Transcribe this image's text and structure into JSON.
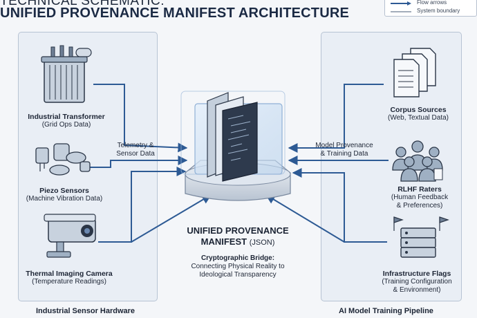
{
  "header": {
    "line1": "TECHNICAL SCHEMATIC:",
    "line2": "UNIFIED PROVENANCE MANIFEST ARCHITECTURE"
  },
  "legend": {
    "flow_label": "Flow arrows",
    "boundary_label": "System boundary"
  },
  "left_panel": {
    "title": "Industrial Sensor Hardware",
    "items": [
      {
        "name": "Industrial Transformer",
        "detail": "(Grid Ops Data)",
        "icon": "transformer-icon"
      },
      {
        "name": "Piezo Sensors",
        "detail": "(Machine Vibration Data)",
        "icon": "piezo-sensor-icon"
      },
      {
        "name": "Thermal Imaging Camera",
        "detail": "(Temperature Readings)",
        "icon": "camera-icon"
      }
    ],
    "flow_label_1": "Telemetry &",
    "flow_label_2": "Sensor Data"
  },
  "right_panel": {
    "title": "AI Model Training Pipeline",
    "items": [
      {
        "name": "Corpus Sources",
        "detail": "(Web, Textual Data)",
        "icon": "documents-icon"
      },
      {
        "name": "RLHF Raters",
        "detail_1": "(Human Feedback",
        "detail_2": "& Preferences)",
        "icon": "people-icon"
      },
      {
        "name": "Infrastructure Flags",
        "detail_1": "(Training Configuration",
        "detail_2": "& Environment)",
        "icon": "server-icon"
      }
    ],
    "flow_label_1": "Model Provenance",
    "flow_label_2": "& Training Data"
  },
  "center": {
    "title_1": "UNIFIED PROVENANCE",
    "title_2": "MANIFEST",
    "title_suffix": "(JSON)",
    "bridge_title": "Cryptographic Bridge:",
    "bridge_line1": "Connecting Physical Reality to",
    "bridge_line2": "Ideological Transparency"
  },
  "colors": {
    "arrow": "#2d5a94",
    "panel_bg": "#e9eef5",
    "panel_border": "#b7c3d3",
    "dark_text": "#1b2434"
  }
}
